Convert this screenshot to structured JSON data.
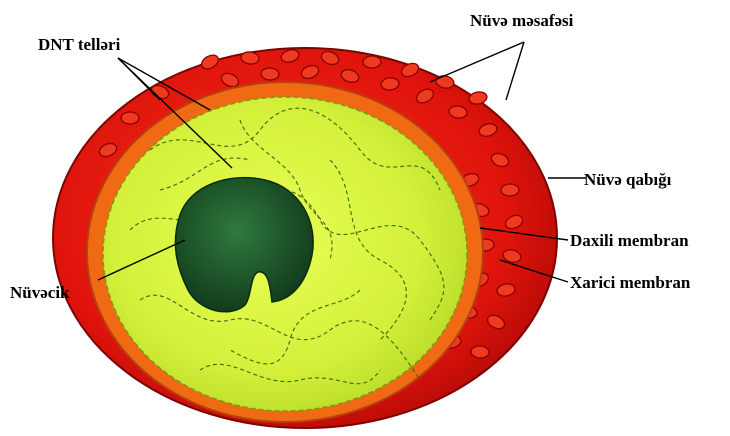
{
  "labels": {
    "dna": "DNT telləri",
    "space": "Nüvə məsafəsi",
    "envelope": "Nüvə qabığı",
    "inner": "Daxili membran",
    "outer": "Xarici membran",
    "nucleolus": "Nüvəcik"
  },
  "colors": {
    "outer_membrane": "#e8170f",
    "inner_membrane": "#f06a14",
    "nucleoplasm": "#d8f53c",
    "nucleolus": "#1f5a2c",
    "pore_outline": "#8a0000"
  }
}
